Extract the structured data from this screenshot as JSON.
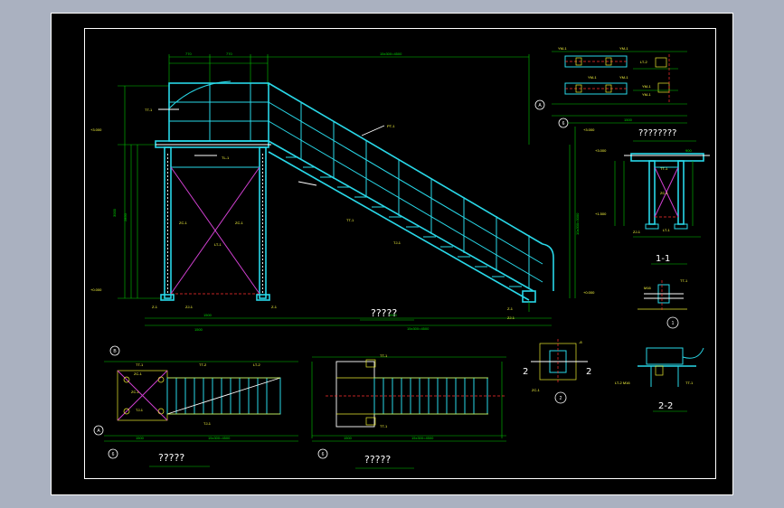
{
  "drawing": {
    "main_elevation_title": "?????",
    "plan_view_title_1": "?????",
    "plan_view_title_2": "?????",
    "section_title": "????????",
    "section_1_1_label": "1-1",
    "section_2_2_label": "2-2",
    "detail_1_label": "1",
    "detail_2_label": "2"
  },
  "axis_bubbles": {
    "a": "A",
    "b": "B",
    "c": "6"
  },
  "colors": {
    "background": "#b0b6c4",
    "frame": "#000000",
    "dimension_lines": "#00c800",
    "steel_members": "#29d8e8",
    "bracing": "#d040d0",
    "centerline": "#ff3030",
    "annotation": "#e8e830"
  }
}
